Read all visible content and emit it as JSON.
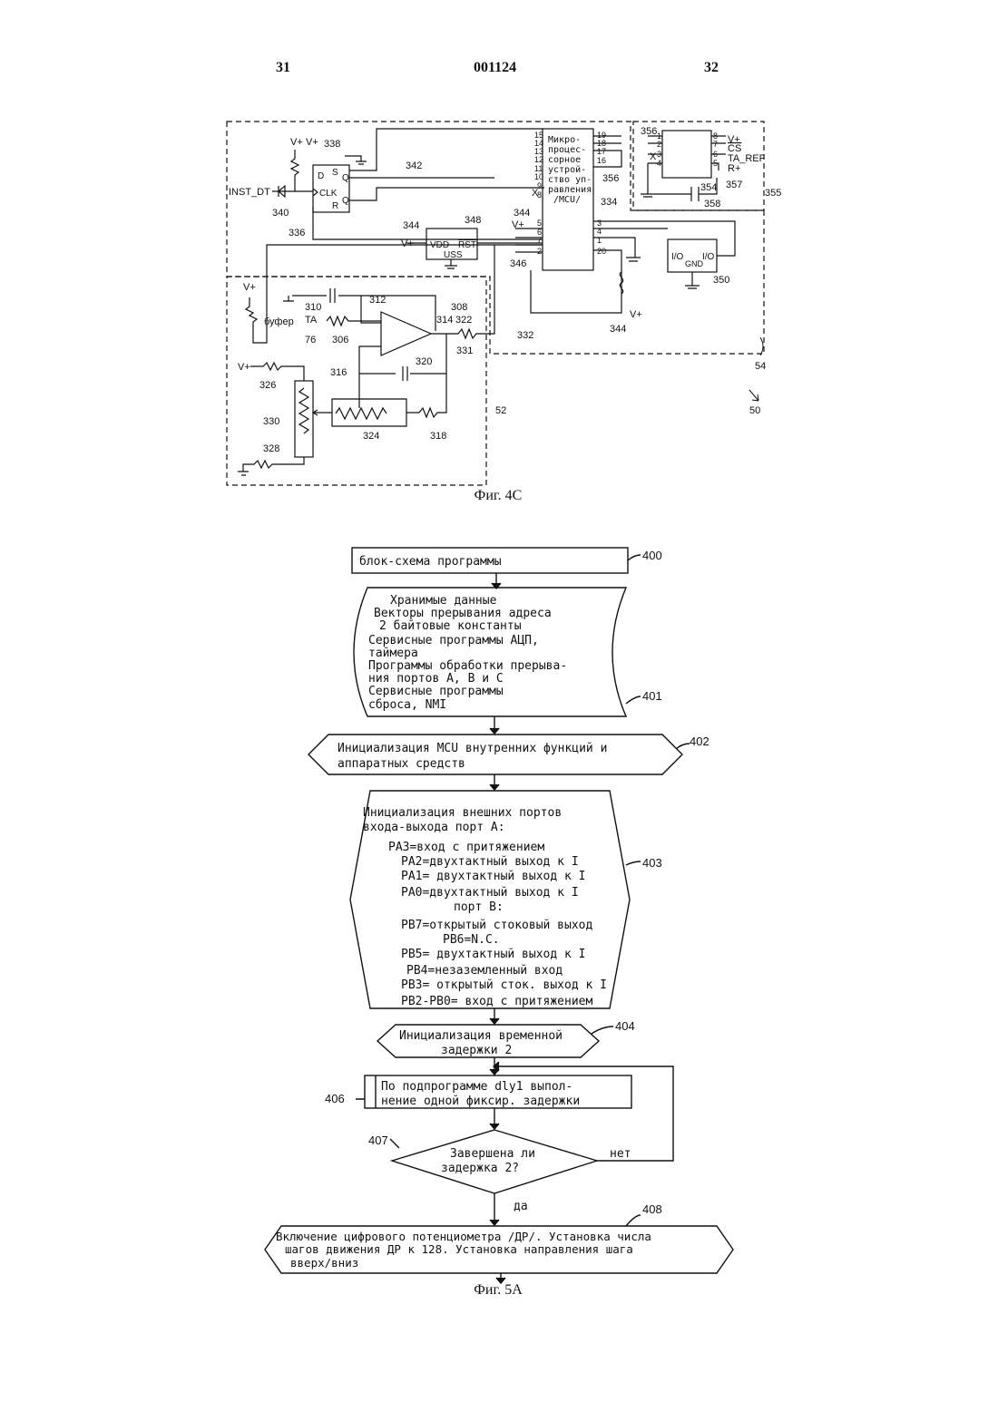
{
  "header": {
    "page_left": "31",
    "doc_number": "001124",
    "page_right": "32"
  },
  "fig4c": {
    "caption": "Фиг. 4С",
    "mcu_text": [
      "Микро-",
      "процес-",
      "сорное",
      "устрой-",
      "ство уп-",
      "равления",
      "/MCU/"
    ],
    "labels": {
      "inst_dt": "INST_DT",
      "vplus": "V+",
      "buffer": "буфер",
      "ta": "TA",
      "vdd": "VDD",
      "rst": "RST",
      "uss": "USS",
      "io_left": "I/O",
      "io_right": "I/O",
      "gnd": "GND",
      "cs": "CS",
      "ta_ref": "TA_REF",
      "rplus": "R+",
      "x": "X",
      "d": "D",
      "s": "S",
      "q": "Q",
      "clk": "CLK",
      "r": "R",
      "qbar": "Q"
    },
    "refs": [
      "338",
      "342",
      "336",
      "340",
      "344",
      "348",
      "346",
      "356",
      "334",
      "355",
      "354",
      "357",
      "358",
      "350",
      "310",
      "312",
      "308",
      "314",
      "322",
      "332",
      "331",
      "76",
      "306",
      "316",
      "320",
      "326",
      "330",
      "324",
      "318",
      "328",
      "52",
      "54",
      "50"
    ],
    "mcu_pins_left": [
      "15",
      "14",
      "13",
      "12",
      "11",
      "10",
      "9",
      "8",
      "5",
      "6",
      "7",
      "2"
    ],
    "mcu_pins_right": [
      "19",
      "18",
      "17",
      "16",
      "3",
      "4",
      "1",
      "20"
    ],
    "chip_pins_left": [
      "1",
      "2",
      "3",
      "4"
    ],
    "chip_pins_right": [
      "8",
      "7",
      "6",
      "5"
    ]
  },
  "fig5a": {
    "caption": "Фиг. 5А",
    "block_400": {
      "text": "блок-схема программы",
      "ref": "400"
    },
    "block_401": {
      "ref": "401",
      "lines": [
        "Хранимые данные",
        "Векторы прерывания адреса",
        "2 байтовые константы",
        "Сервисные программы АЦП,",
        "таймера",
        "Программы обработки прерыва-",
        "ния портов A, B и C",
        "Сервисные программы",
        "сброса, NMI"
      ]
    },
    "block_402": {
      "ref": "402",
      "lines": [
        "Инициализация MCU внутренних функций и",
        "аппаратных средств"
      ]
    },
    "block_403": {
      "ref": "403",
      "lines": [
        "Инициализация внешних портов",
        "входа-выхода порт A:",
        "PA3=вход с притяжением",
        "PA2=двухтактный выход к I",
        "PA1= двухтактный выход к I",
        "PA0=двухтактный выход к I",
        "порт B:",
        "PB7=открытый стоковый выход",
        "PB6=N.C.",
        "PB5= двухтактный выход к I",
        "PB4=незаземленный вход",
        "PB3= открытый сток. выход к I",
        "PB2-PB0= вход с притяжением"
      ]
    },
    "block_404": {
      "ref": "404",
      "lines": [
        "Инициализация временной",
        "задержки 2"
      ]
    },
    "block_406": {
      "ref": "406",
      "lines": [
        "По подпрограмме dly1 выпол-",
        "нение одной фиксир. задержки"
      ]
    },
    "block_407": {
      "ref": "407",
      "lines": [
        "Завершена ли",
        "задержка 2?"
      ],
      "no": "нет",
      "yes": "да"
    },
    "block_408": {
      "ref": "408",
      "lines": [
        "Включение цифрового потенциометра /ДР/. Установка числа",
        "шагов движения ДР к 128. Установка направления шага",
        "вверх/вниз"
      ]
    }
  }
}
